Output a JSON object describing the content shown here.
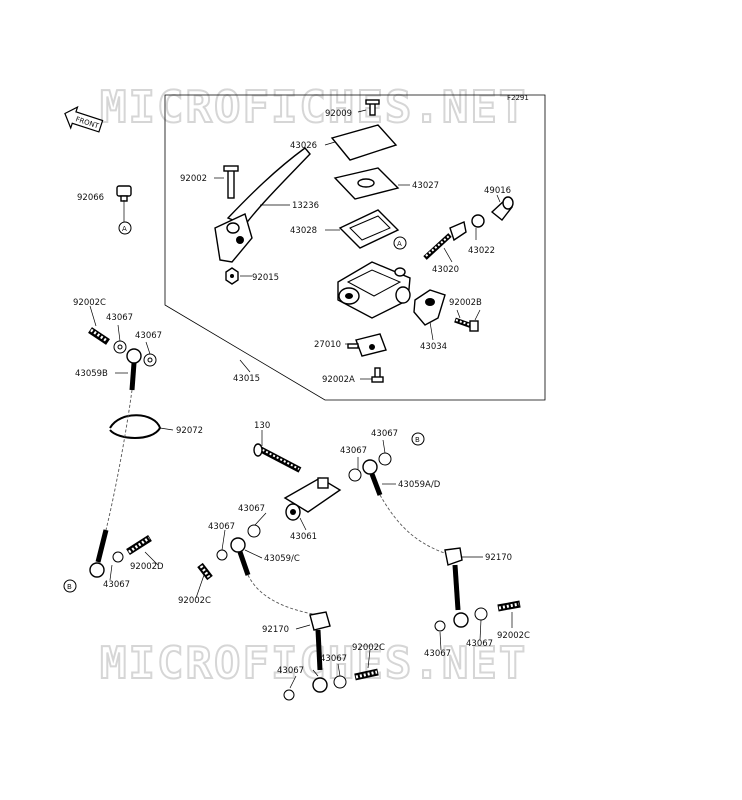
{
  "figure_code": "F2291",
  "front_label": "FRONT",
  "watermark": "MICROFICHES.NET",
  "parts": {
    "p92009": "92009",
    "p43026": "43026",
    "p92002": "92002",
    "p13236": "13236",
    "p43027": "43027",
    "p49016": "49016",
    "p92066": "92066",
    "p43028": "43028",
    "p43022": "43022",
    "p43020": "43020",
    "p92015": "92015",
    "p92002B": "92002B",
    "p92002C_a": "92002C",
    "p43067_a": "43067",
    "p43067_b": "43067",
    "p43034": "43034",
    "p27010": "27010",
    "p43059B": "43059B",
    "p43015": "43015",
    "p92002A": "92002A",
    "p92072": "92072",
    "p130": "130",
    "p43067_c": "43067",
    "p43067_d": "43067",
    "p43059AD": "43059A/D",
    "p43067_e": "43067",
    "p43061": "43061",
    "p43067_f": "43067",
    "p43059C": "43059/C",
    "p92170_a": "92170",
    "p92002D": "92002D",
    "p43067_g": "43067",
    "p92002C_b": "92002C",
    "p92170_b": "92170",
    "p92002C_c": "92002C",
    "p43067_h": "43067",
    "p92002C_d": "92002C",
    "p43067_i": "43067",
    "p43067_j": "43067",
    "p43067_k": "43067"
  },
  "callouts": {
    "A_top": "A",
    "A_left": "A",
    "B_right": "B",
    "B_left": "B"
  }
}
